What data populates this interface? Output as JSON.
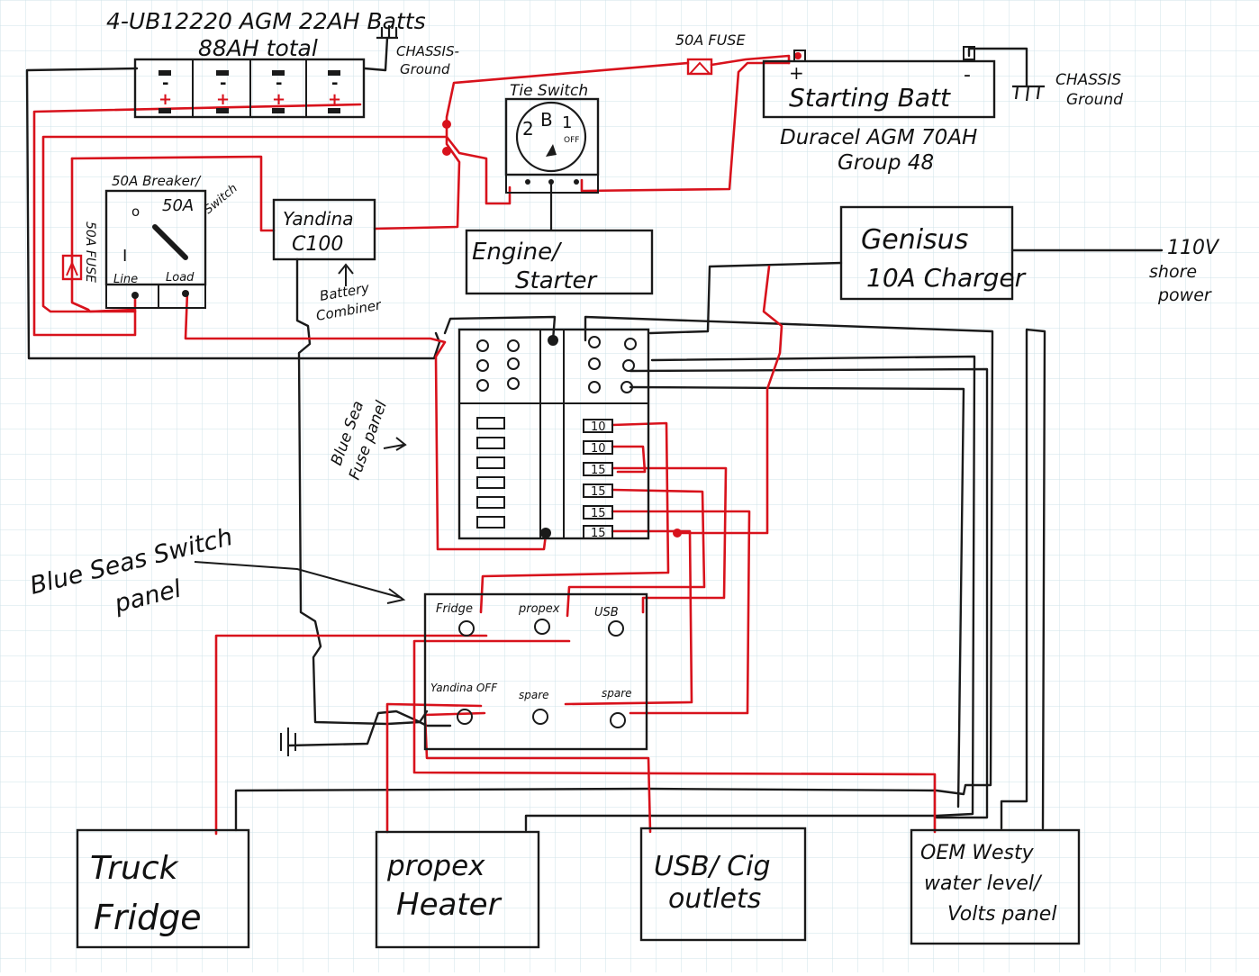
{
  "colors": {
    "paper": "#ffffff",
    "grid": "#cfe3ea",
    "ink": "#1a1a1a",
    "positive_wire": "#d8121c",
    "negative_wire": "#1a1a1a"
  },
  "house_battery": {
    "title_line1": "4-UB12220 AGM 22AH Batts",
    "title_line2": "88AH total",
    "cell_minus": "-",
    "cell_plus": "+",
    "ground_label_line1": "CHASSIS-",
    "ground_label_line2": "Ground"
  },
  "starting_battery": {
    "fuse_label": "50A FUSE",
    "plus": "+",
    "minus": "-",
    "label": "Starting Batt",
    "subtitle_line1": "Duracel AGM 70AH",
    "subtitle_line2": "Group 48",
    "ground_label_line1": "CHASSIS",
    "ground_label_line2": "Ground"
  },
  "tie_switch": {
    "title": "Tie Switch",
    "pos_2": "2",
    "pos_b": "B",
    "pos_1": "1",
    "pos_off": "OFF"
  },
  "breaker": {
    "title_line1": "50A Breaker/",
    "title_line2": "Switch",
    "rating": "50A",
    "pos_o": "o",
    "pos_i": "I",
    "line_label": "Line",
    "load_label": "Load",
    "inline_fuse": "50A FUSE"
  },
  "combiner": {
    "line1": "Yandina",
    "line2": "C100",
    "note_line1": "Battery",
    "note_line2": "Combiner"
  },
  "engine": {
    "line1": "Engine/",
    "line2": "Starter"
  },
  "charger": {
    "line1": "Genisus",
    "line2": "10A Charger",
    "shore_line1": "110V",
    "shore_line2": "shore",
    "shore_line3": "power"
  },
  "fuse_panel": {
    "label_line1": "Blue Sea",
    "label_line2": "Fuse panel",
    "fuses": [
      "10",
      "10",
      "15",
      "15",
      "15",
      "15"
    ]
  },
  "switch_panel": {
    "label_line1": "Blue Seas Switch",
    "label_line2": "panel",
    "switches_top": [
      "Fridge",
      "propex",
      "USB"
    ],
    "switches_bottom": [
      "Yandina OFF",
      "spare",
      "spare"
    ]
  },
  "loads": [
    {
      "line1": "Truck",
      "line2": "Fridge"
    },
    {
      "line1": "propex",
      "line2": "Heater"
    },
    {
      "line1": "USB/ Cig",
      "line2": "outlets"
    },
    {
      "line1": "OEM Westy",
      "line2": "water level/",
      "line3": "Volts panel"
    }
  ]
}
